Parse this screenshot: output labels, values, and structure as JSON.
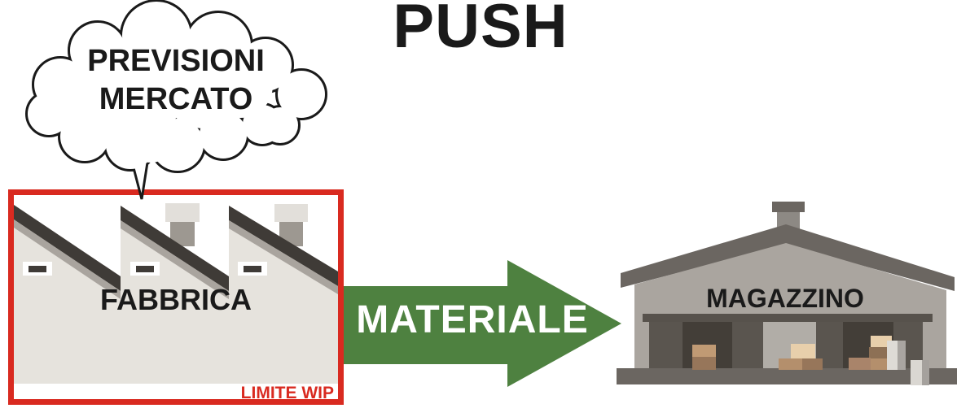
{
  "title": "PUSH",
  "cloud": {
    "line1": "PREVISIONI",
    "line2": "MERCATO"
  },
  "factory": {
    "label": "FABBRICA",
    "wip_label": "LIMITE WIP"
  },
  "arrow": {
    "label": "MATERIALE"
  },
  "warehouse": {
    "label": "MAGAZZINO"
  },
  "colors": {
    "wip_red": "#d92a20",
    "arrow_green": "#4e8140",
    "factory_body": "#e6e3dd",
    "factory_roof_dark": "#3f3b37",
    "factory_roof_mid": "#a9a49e",
    "warehouse_roof": "#6b6661",
    "warehouse_gable": "#aaa59f",
    "warehouse_interior": "#5a554f",
    "warehouse_bay_dark": "#433e38",
    "box_tan": "#c09a74",
    "box_cream": "#e8cfab",
    "box_brown": "#97765a",
    "outline_black": "#1a1a1a"
  }
}
